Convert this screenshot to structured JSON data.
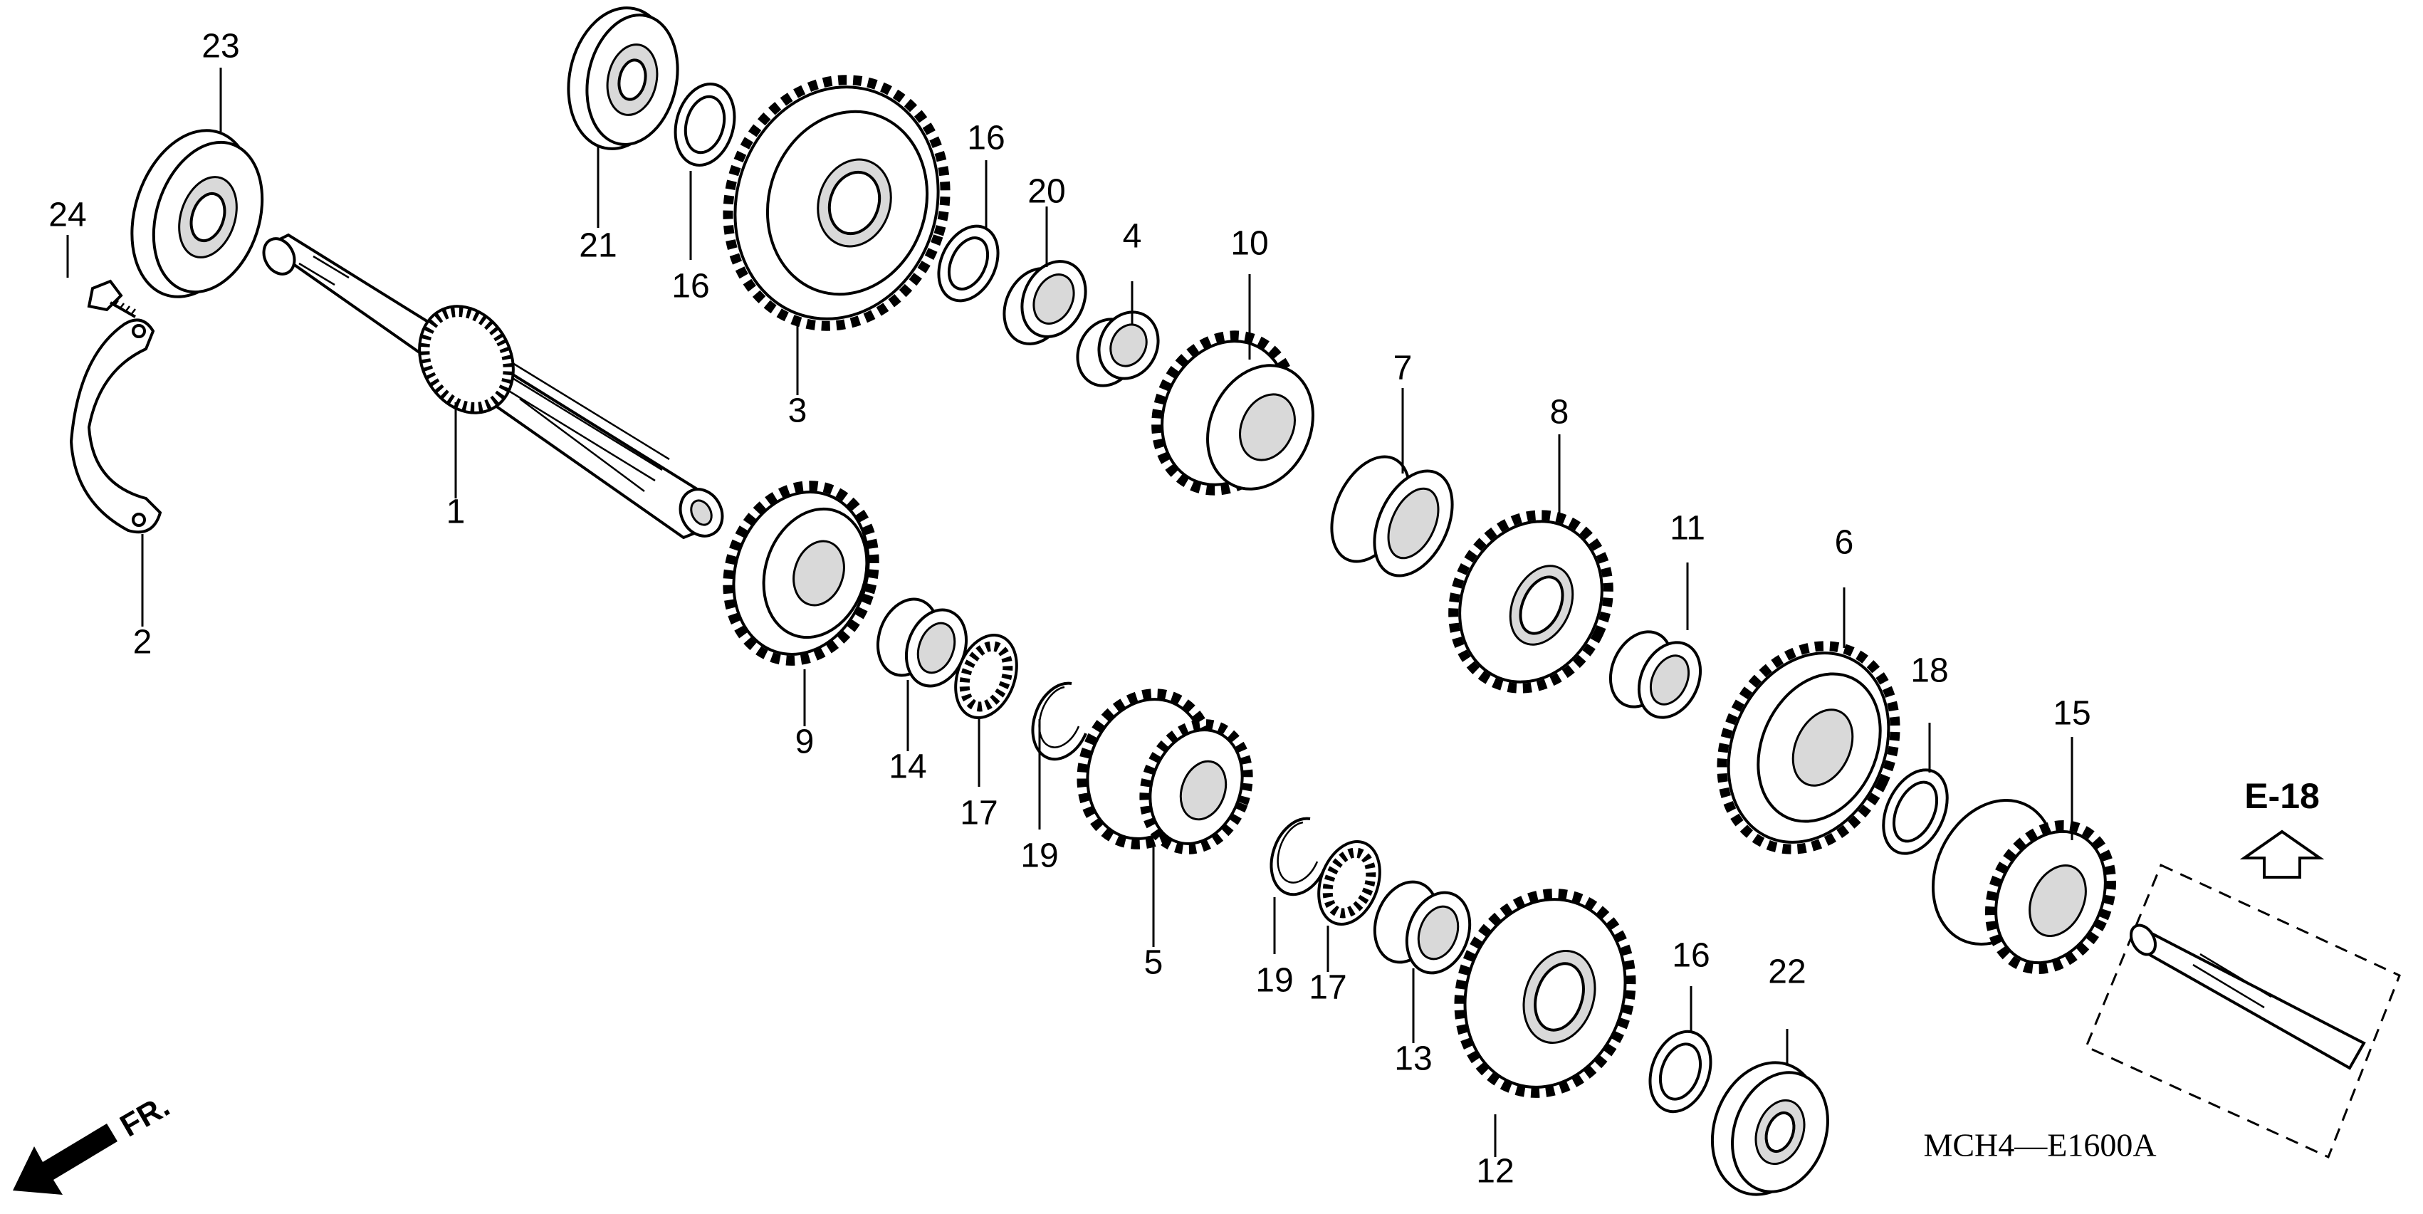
{
  "diagram": {
    "labels": [
      "1",
      "2",
      "3",
      "4",
      "5",
      "6",
      "7",
      "8",
      "9",
      "10",
      "11",
      "12",
      "13",
      "14",
      "15",
      "16",
      "16",
      "16",
      "17",
      "17",
      "18",
      "19",
      "19",
      "20",
      "21",
      "22",
      "23",
      "24"
    ],
    "ref_title": "E-18",
    "code": "MCH4—E1600A",
    "front_mark": "FR."
  },
  "colors": {
    "line": "#000000",
    "background": "#ffffff",
    "fill": "#d9d9d9"
  },
  "icons": {
    "front_arrow": "arrow-left-down-icon",
    "ref_arrow": "arrow-up-outline-icon"
  }
}
